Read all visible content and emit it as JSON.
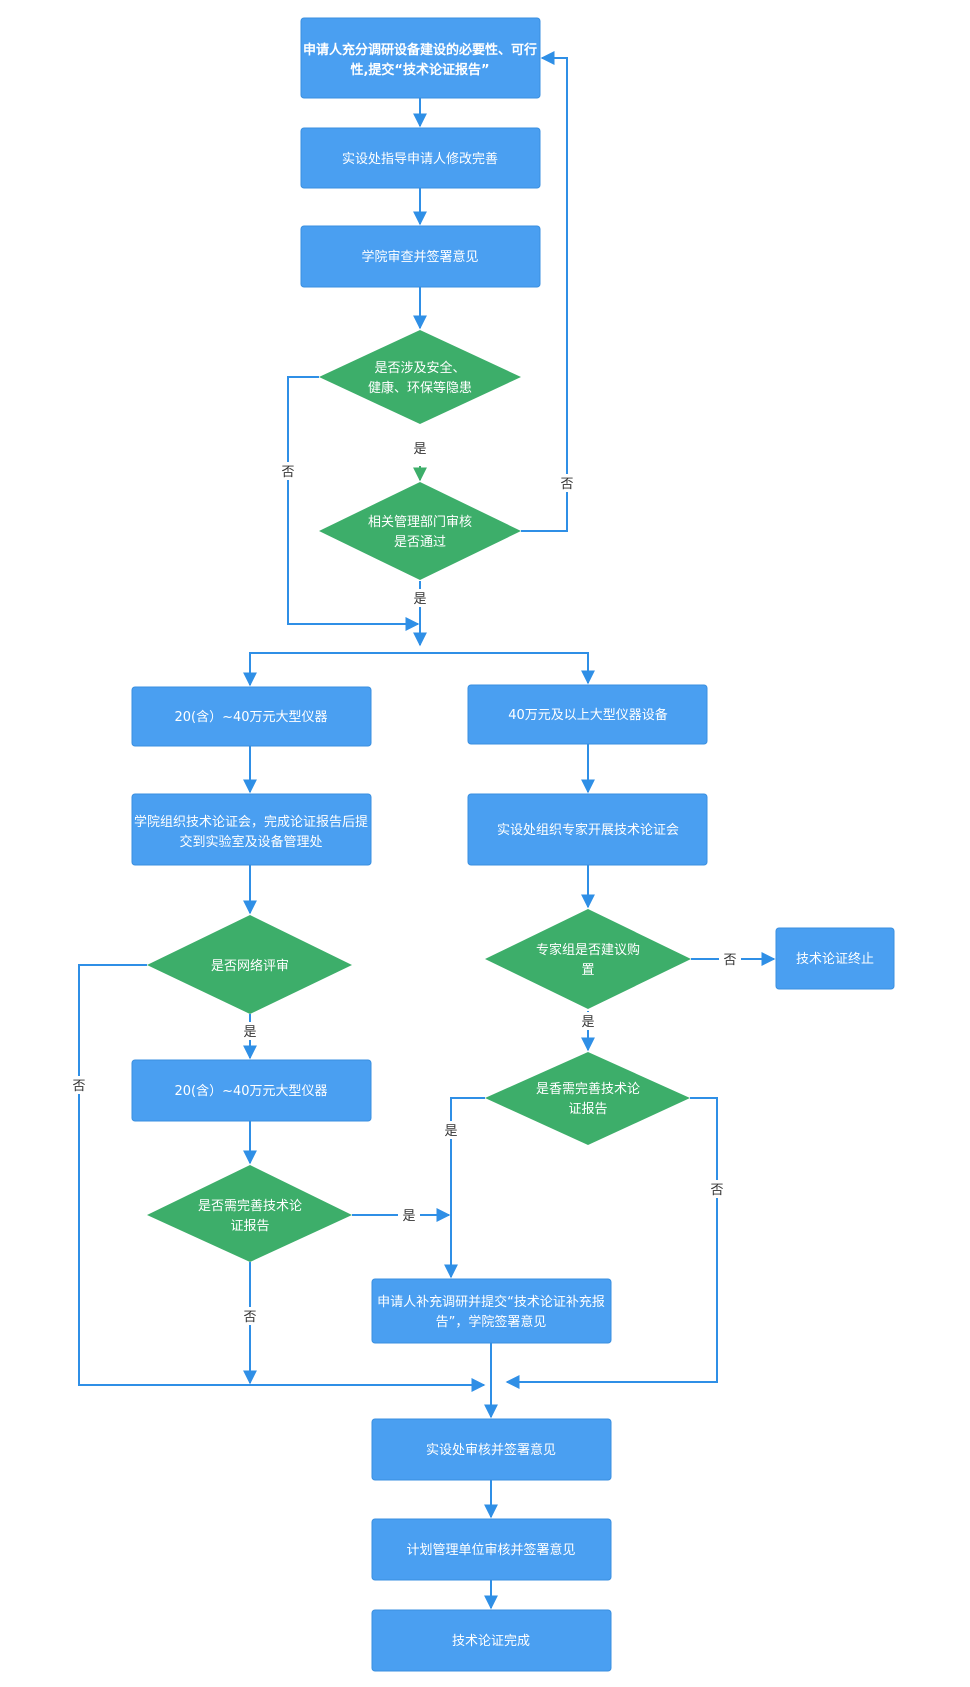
{
  "colors": {
    "box": "#4a9ff1",
    "box_stroke": "#3a8fe0",
    "diamond": "#3dae6a",
    "line": "#2f8fe6",
    "label": "#333333"
  },
  "nodes": {
    "n1": [
      "申请人充分调研设备建设的必要性、可行",
      "性,提交“技术论证报告”"
    ],
    "n2": [
      "实设处指导申请人修改完善"
    ],
    "n3": [
      "学院审查并签署意见"
    ],
    "d1": [
      "是否涉及安全、",
      "健康、环保等隐患"
    ],
    "d2": [
      "相关管理部门审核",
      "是否通过"
    ],
    "L1": [
      "20(含）~40万元大型仪器"
    ],
    "R1": [
      "40万元及以上大型仪器设备"
    ],
    "L2": [
      "学院组织技术论证会，完成论证报告后提",
      "交到实验室及设备管理处"
    ],
    "R2": [
      "实设处组织专家开展技术论证会"
    ],
    "Ld1": [
      "是否网络评审"
    ],
    "Rd1": [
      "专家组是否建议购",
      "置"
    ],
    "Rend": [
      "技术论证终止"
    ],
    "L3": [
      "20(含）~40万元大型仪器"
    ],
    "Rd2": [
      "是香需完善技术论",
      "证报告"
    ],
    "Ld2": [
      "是否需完善技术论",
      "证报告"
    ],
    "S1": [
      "申请人补充调研并提交“技术论证补充报",
      "告”，学院签署意见"
    ],
    "F1": [
      "实设处审核并签署意见"
    ],
    "F2": [
      "计划管理单位审核并签署意见"
    ],
    "F3": [
      "技术论证完成"
    ]
  },
  "edge_labels": {
    "d1_yes": "是",
    "d1_no": "否",
    "d2_no": "否",
    "d2_yes": "是",
    "ld1_yes": "是",
    "ld1_no": "否",
    "ld2_yes": "是",
    "ld2_no": "否",
    "rd1_no": "否",
    "rd1_yes": "是",
    "rd2_yes": "是",
    "rd2_no": "否"
  }
}
